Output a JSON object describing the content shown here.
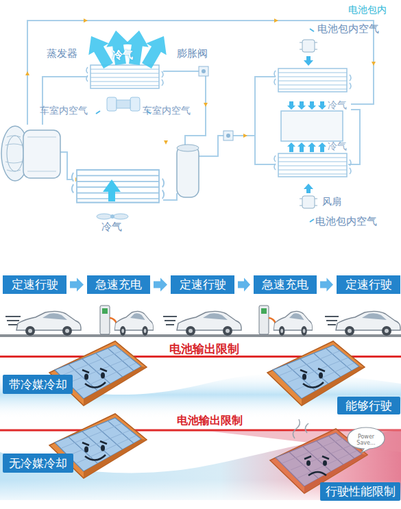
{
  "diagram": {
    "nodes": [
      {
        "text": [
          "定速行驶"
        ]
      },
      {
        "text": [
          "急速充电"
        ]
      },
      {
        "text": [
          "定速行驶"
        ]
      },
      {
        "text": [
          "急速充电"
        ]
      },
      {
        "text": [
          "定速行驶"
        ]
      },
      {
        "text": [
          "带冷媒冷却"
        ]
      },
      {
        "text": [
          "能够行驶"
        ]
      },
      {
        "text": [
          "Power Save..."
        ]
      },
      {
        "text": [
          "无冷媒冷却"
        ]
      },
      {
        "text": [
          "行驶性能限制"
        ]
      }
    ],
    "edges": [
      {
        "from": 0,
        "to": 1,
        "arrow": "to"
      },
      {
        "from": 1,
        "to": 2,
        "arrow": "to"
      },
      {
        "from": 2,
        "to": 3,
        "arrow": "to"
      },
      {
        "from": 3,
        "to": 4,
        "arrow": "to"
      }
    ],
    "labels": [
      "电池包内",
      "电池包内空气",
      "蒸发器",
      "冷气",
      "膨胀阀",
      "冷气",
      "车室内空气",
      "车室内空气",
      "冷气",
      "风扇",
      "电池包内空气",
      "冷气",
      "电池输出限制",
      "电池输出限制"
    ]
  }
}
